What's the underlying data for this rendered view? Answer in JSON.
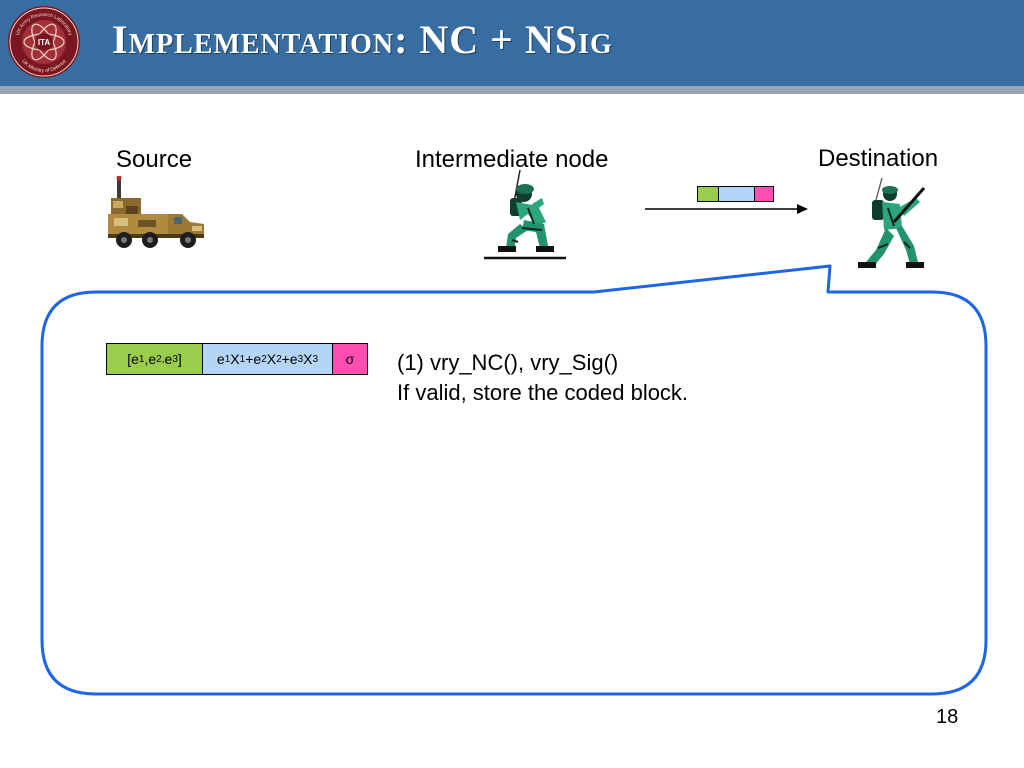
{
  "header": {
    "title": "Implementation: NC + NSig",
    "logo": {
      "center_text": "ITA",
      "ring_top": "UK Army Research Laboratory",
      "ring_bottom": "UK Ministry of Defence"
    }
  },
  "nodes": {
    "source_label": "Source",
    "intermediate_label": "Intermediate node",
    "destination_label": "Destination"
  },
  "icons": {
    "source": "military-truck-icon",
    "intermediate": "kneeling-soldier-icon",
    "destination": "walking-soldier-icon",
    "packet": "coded-packet-icon",
    "arrow": "arrow-right-icon"
  },
  "coded_block": {
    "coeff_prefix": "[e",
    "coeff_sub1": "1",
    "coeff_sep1": ",e",
    "coeff_sub2": "2,",
    "coeff_sep2": "e",
    "coeff_sub3": "3",
    "coeff_suffix": "]",
    "payload_e1": "e",
    "payload_sub_e1": "1",
    "payload_x1": "X",
    "payload_sub_x1": "1",
    "payload_e2": "+e",
    "payload_sub_e2": "2",
    "payload_x2": "X",
    "payload_sub_x2": "2",
    "payload_e3": "+e",
    "payload_sub_e3": "3",
    "payload_x3": "X",
    "payload_sub_x3": "3",
    "signature": "σ",
    "colors": {
      "coefficients": "#9bcd4d",
      "payload": "#b5d5f6",
      "signature": "#ff4fb1"
    }
  },
  "body": {
    "line1": "(1) vry_NC(), vry_Sig()",
    "line2": "If valid, store the coded block."
  },
  "colors": {
    "header": "#376da1",
    "callout_border": "#1f66e6"
  },
  "page_number": "18"
}
